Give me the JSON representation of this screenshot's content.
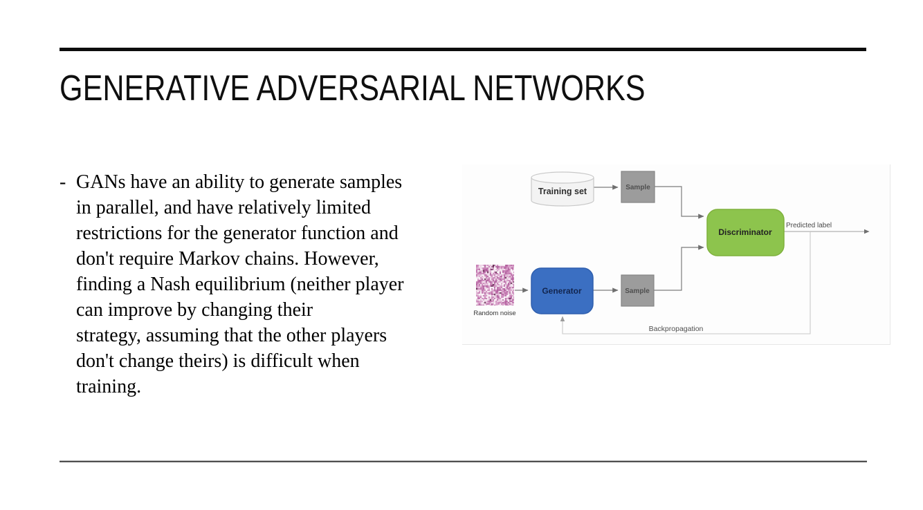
{
  "slide": {
    "title": "GENERATIVE ADVERSARIAL NETWORKS",
    "bullet": {
      "marker": "-",
      "lines": [
        "GANs have an ability to generate samples",
        "in parallel, and have relatively limited",
        "restrictions for the generator function and",
        "don't require Markov chains. However,",
        "finding a Nash equilibrium (neither player",
        "can improve by changing their",
        "strategy, assuming that the other players",
        "don't change theirs) is difficult when",
        "training."
      ]
    }
  },
  "diagram": {
    "training_set_label": "Training set",
    "sample_top_label": "Sample",
    "sample_bottom_label": "Sample",
    "discriminator_label": "Discriminator",
    "generator_label": "Generator",
    "random_noise_label": "Random noise",
    "predicted_label": "Predicted label",
    "backpropagation_label": "Backpropagation",
    "colors": {
      "discriminator_fill": "#8dc44d",
      "discriminator_stroke": "#7fb13d",
      "generator_fill": "#3b6fc2",
      "generator_stroke": "#2f5fae",
      "sample_fill": "#9c9c9c",
      "sample_stroke": "#858585",
      "cylinder_fill": "#f3f3f3",
      "cylinder_stroke": "#c8c8c8",
      "noise_base": "#c87fb5"
    }
  }
}
